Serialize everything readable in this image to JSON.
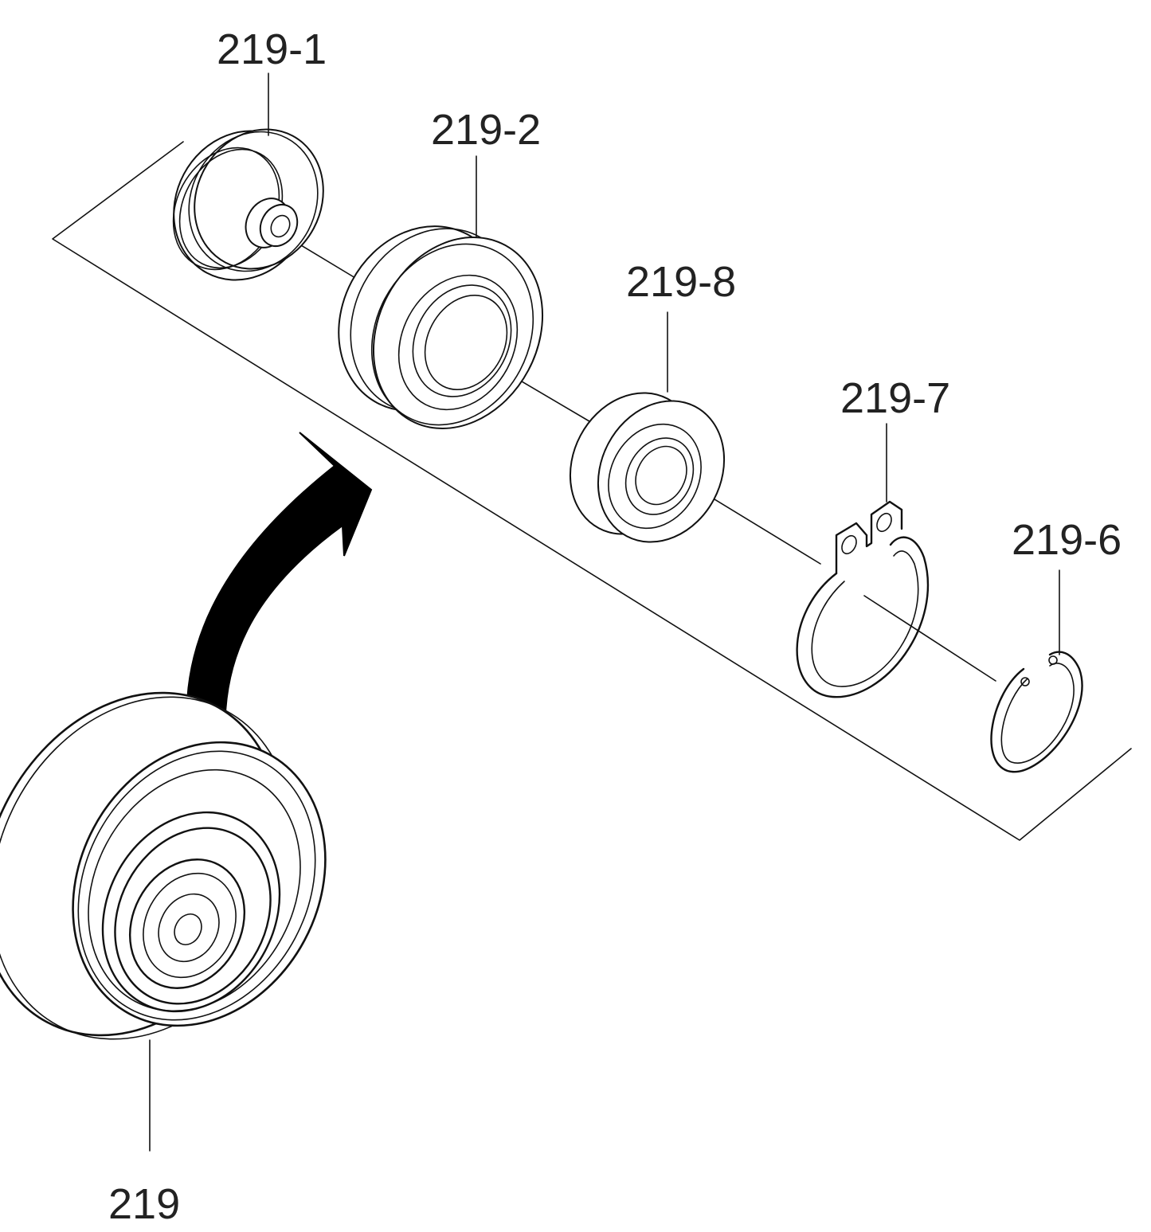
{
  "diagram": {
    "labels": {
      "p219_1": "219-1",
      "p219_2": "219-2",
      "p219_8": "219-8",
      "p219_7": "219-7",
      "p219_6": "219-6",
      "p219": "219"
    },
    "colors": {
      "line": "#111111",
      "text": "#222222",
      "background": "#ffffff"
    }
  }
}
